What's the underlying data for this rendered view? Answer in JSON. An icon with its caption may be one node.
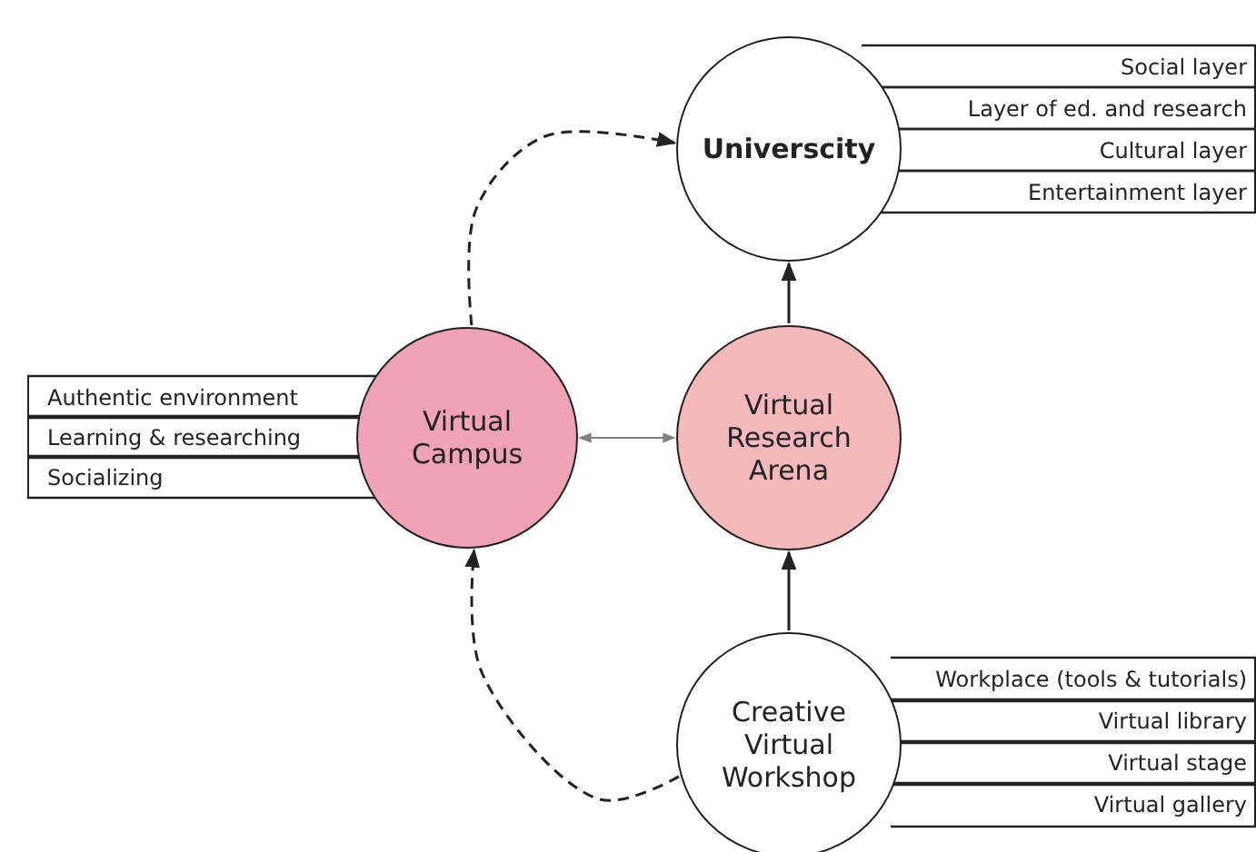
{
  "diagram": {
    "nodes": [
      {
        "text": [
          "Universcity"
        ]
      },
      {
        "text": [
          "Social layer"
        ]
      },
      {
        "text": [
          "Layer of ed. and research"
        ]
      },
      {
        "text": [
          "Cultural layer"
        ]
      },
      {
        "text": [
          "Entertainment layer"
        ]
      },
      {
        "text": [
          "Authentic environment"
        ]
      },
      {
        "text": [
          "Learning & researching"
        ]
      },
      {
        "text": [
          "Socializing"
        ]
      },
      {
        "text": [
          "Virtual Campus"
        ]
      },
      {
        "text": [
          "Virtual Research Arena"
        ]
      },
      {
        "text": [
          "Creative Virtual Workshop"
        ]
      },
      {
        "text": [
          "Workplace (tools & tutorials)"
        ]
      },
      {
        "text": [
          "Virtual library"
        ]
      },
      {
        "text": [
          "Virtual stage"
        ]
      },
      {
        "text": [
          "Virtual gallery"
        ]
      }
    ],
    "edges": [
      {
        "from": 8,
        "to": 0,
        "arrow": "to",
        "style": "dashed"
      },
      {
        "from": 9,
        "to": 0,
        "arrow": "to"
      },
      {
        "from": 8,
        "to": 9,
        "arrow": "both",
        "color": "#808080"
      },
      {
        "from": 10,
        "to": 9,
        "arrow": "to"
      },
      {
        "from": 10,
        "to": 8,
        "arrow": "to",
        "style": "dashed"
      }
    ]
  }
}
